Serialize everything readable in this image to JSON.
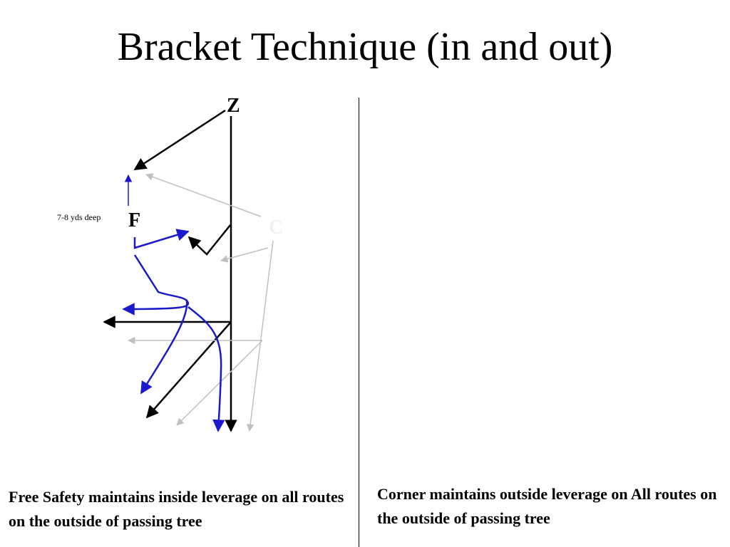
{
  "title": "Bracket Technique (in and out)",
  "labels": {
    "z": "Z",
    "f": "F",
    "c": "C",
    "depth": "7-8 yds deep"
  },
  "captions": {
    "left": "Free Safety maintains inside leverage on all routes on the outside of passing tree",
    "right": "Corner maintains outside leverage on All routes on the outside of passing tree"
  },
  "colors": {
    "receiver_routes": "#000000",
    "free_safety": "#1a1acc",
    "corner": "#c0c0c0"
  }
}
